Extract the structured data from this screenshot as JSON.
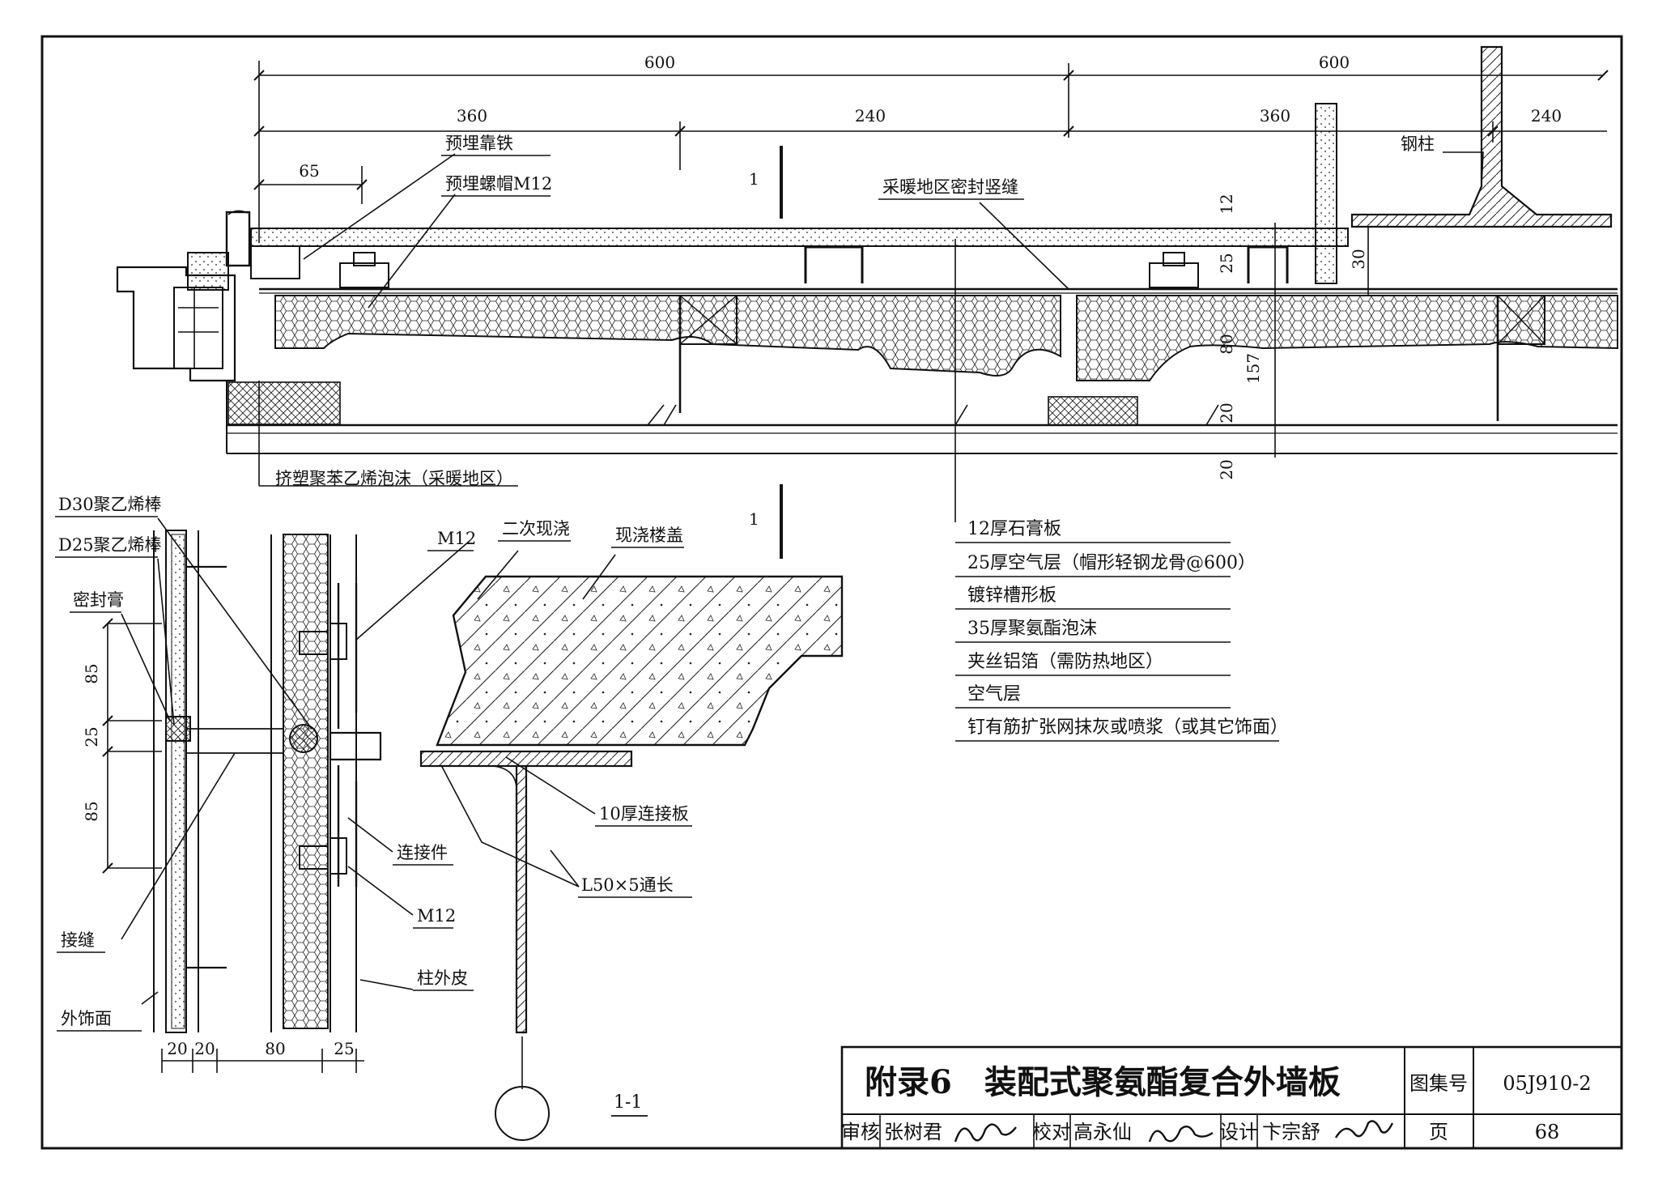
{
  "dimensions": {
    "top_600_a": "600",
    "top_600_b": "600",
    "d360_a": "360",
    "d240_a": "240",
    "d360_b": "360",
    "d240_b": "240",
    "d65": "65",
    "d12": "12",
    "d25": "25",
    "d30": "30",
    "d80": "80",
    "d157": "157",
    "d20_a": "20",
    "d20_b": "20",
    "v85_a": "85",
    "v25": "25",
    "v85_b": "85",
    "b20_a": "20",
    "b20_b": "20",
    "b80": "80",
    "b25": "25"
  },
  "labels": {
    "embedded_iron": "预埋靠铁",
    "embedded_nut": "预埋螺帽M12",
    "section_mark_top": "1",
    "section_mark_bottom": "1",
    "heating_seam": "采暖地区密封竖缝",
    "steel_column": "钢柱",
    "xps_foam": "挤塑聚苯乙烯泡沫（采暖地区）",
    "d30_rod": "D30聚乙烯棒",
    "d25_rod": "D25聚乙烯棒",
    "sealant": "密封膏",
    "m12_top": "M12",
    "secondary_pour": "二次现浇",
    "cast_slab": "现浇楼盖",
    "plate_10": "10厚连接板",
    "connector": "连接件",
    "m12_bottom": "M12",
    "angle_steel": "L50×5通长",
    "joint": "接缝",
    "column_skin": "柱外皮",
    "exterior_finish": "外饰面",
    "section_title": "1-1"
  },
  "legend": [
    "12厚石膏板",
    "25厚空气层（帽形轻钢龙骨@600）",
    "镀锌槽形板",
    "35厚聚氨酯泡沫",
    "夹丝铝箔（需防热地区）",
    "空气层",
    "钉有筋扩张网抹灰或喷浆（或其它饰面）"
  ],
  "title_block": {
    "title": "附录6　装配式聚氨酯复合外墙板",
    "atlas_label": "图集号",
    "atlas_no": "05J910-2",
    "review_label": "审核",
    "reviewer": "张树君",
    "check_label": "校对",
    "checker": "高永仙",
    "design_label": "设计",
    "designer": "卞宗舒",
    "page_label": "页",
    "page_no": "68"
  },
  "colors": {
    "ink": "#111111",
    "paper": "#ffffff"
  }
}
